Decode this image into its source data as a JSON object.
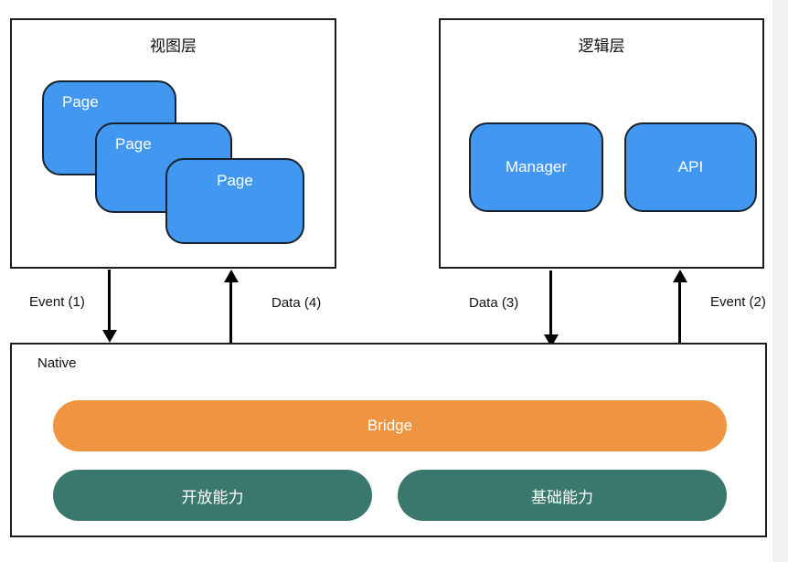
{
  "diagram": {
    "view_layer": {
      "title": "视图层",
      "pages": [
        {
          "label": "Page"
        },
        {
          "label": "Page"
        },
        {
          "label": "Page"
        }
      ]
    },
    "logic_layer": {
      "title": "逻辑层",
      "modules": [
        {
          "label": "Manager"
        },
        {
          "label": "API"
        }
      ]
    },
    "native_layer": {
      "title": "Native",
      "bridge": {
        "label": "Bridge"
      },
      "capabilities": [
        {
          "label": "开放能力"
        },
        {
          "label": "基础能力"
        }
      ]
    },
    "arrows": [
      {
        "label": "Event (1)",
        "direction": "down",
        "from": "view_layer",
        "to": "native_layer"
      },
      {
        "label": "Data (4)",
        "direction": "up",
        "from": "native_layer",
        "to": "view_layer"
      },
      {
        "label": "Data (3)",
        "direction": "down",
        "from": "logic_layer",
        "to": "native_layer"
      },
      {
        "label": "Event (2)",
        "direction": "up",
        "from": "native_layer",
        "to": "logic_layer"
      }
    ],
    "colors": {
      "card_blue": "#4298f0",
      "card_border": "#17222e",
      "bridge_orange": "#ef9440",
      "capability_teal": "#3a786e",
      "box_border": "#1c1c1c",
      "arrow_black": "#000000"
    }
  }
}
